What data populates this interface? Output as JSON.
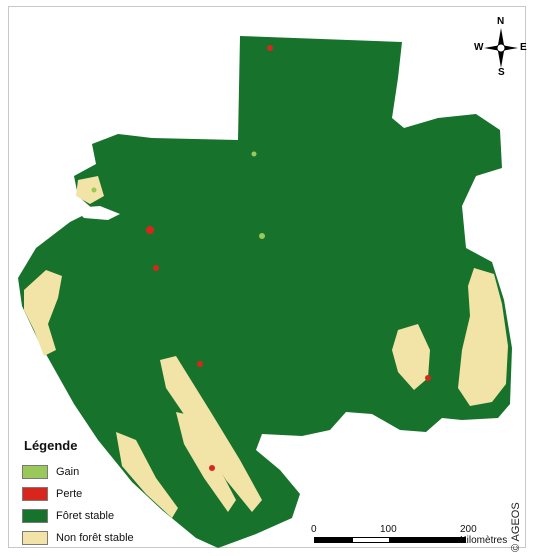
{
  "legend": {
    "title": "Légende",
    "items": [
      {
        "label": "Gain",
        "color": "#9bc85a"
      },
      {
        "label": "Perte",
        "color": "#d8261c"
      },
      {
        "label": "Fôret stable",
        "color": "#17722c"
      },
      {
        "label": "Non forêt stable",
        "color": "#f2e3a6"
      }
    ]
  },
  "compass": {
    "north": "N",
    "south": "S",
    "east": "E",
    "west": "W"
  },
  "scale": {
    "ticks": [
      "0",
      "100",
      "200 Kilomètres"
    ]
  },
  "credit": "© AGEOS",
  "colors": {
    "forest": "#17722c",
    "nonforest": "#f2e3a6",
    "loss": "#d8261c",
    "gain": "#9bc85a"
  }
}
